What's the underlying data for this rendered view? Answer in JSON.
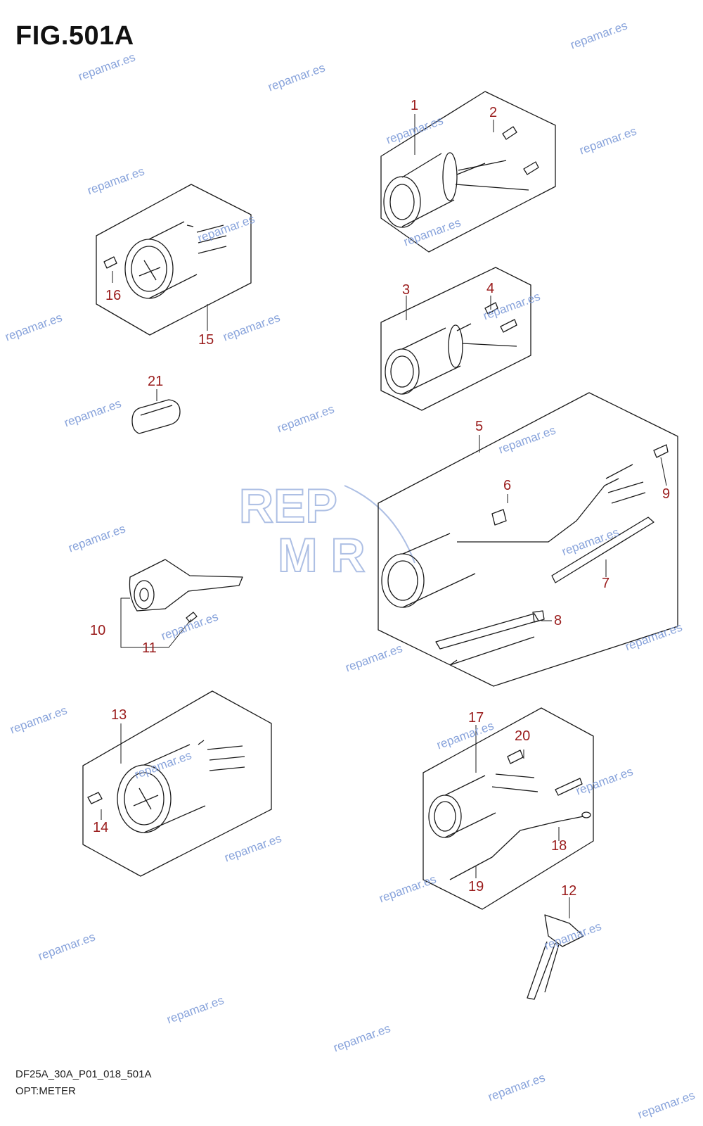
{
  "title": "FIG.501A",
  "footer": {
    "line1": "DF25A_30A_P01_018_501A",
    "line2": "OPT:METER"
  },
  "watermark": "repamar.es",
  "logo": {
    "line1": "REP",
    "line2": "M  R"
  },
  "callouts": {
    "c1": "1",
    "c2": "2",
    "c3": "3",
    "c4": "4",
    "c5": "5",
    "c6": "6",
    "c7": "7",
    "c8": "8",
    "c9": "9",
    "c10": "10",
    "c11": "11",
    "c12": "12",
    "c13": "13",
    "c14": "14",
    "c15": "15",
    "c16": "16",
    "c17": "17",
    "c18": "18",
    "c19": "19",
    "c20": "20",
    "c21": "21"
  },
  "colors": {
    "callout": "#9a1c1c",
    "line": "#1a1a1a",
    "watermark": "#7c9ad8"
  }
}
